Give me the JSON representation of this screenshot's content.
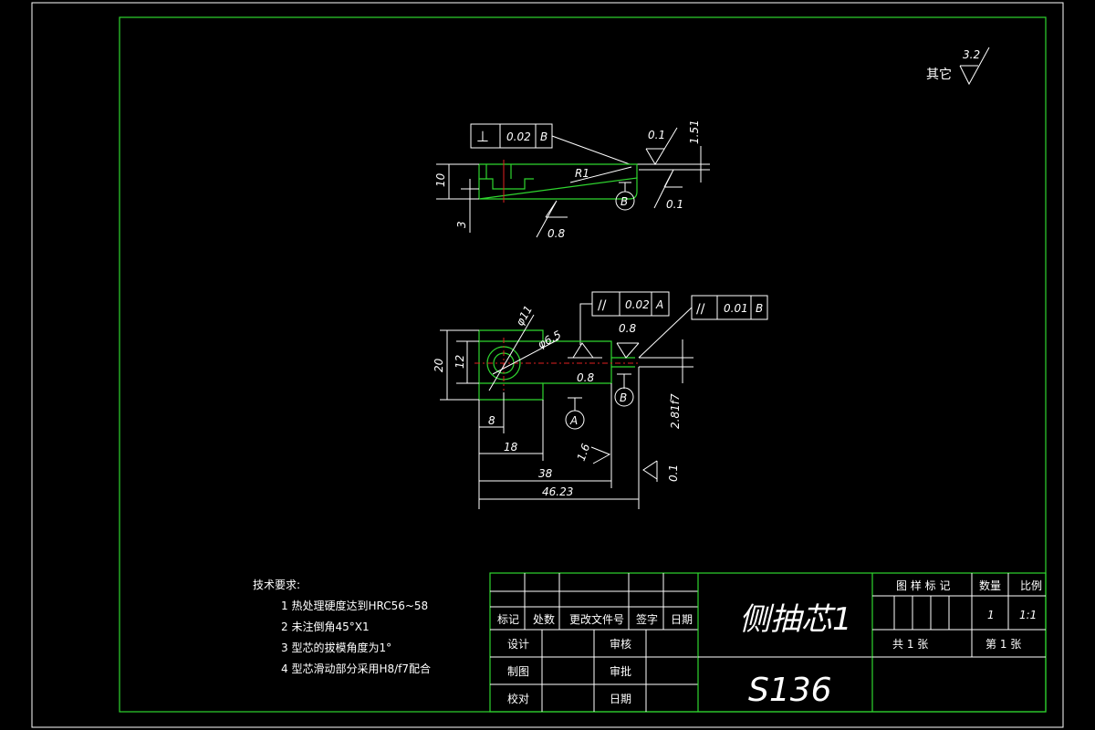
{
  "surface_note": {
    "label": "其它",
    "value": "3.2"
  },
  "top_view": {
    "perpendicularity_fcf": {
      "symbol": "⊥",
      "tolerance": "0.02",
      "datum": "B"
    },
    "radius": "R1",
    "dim_height": "10",
    "dim_step": "3",
    "dim_thin": "1.51",
    "roughness_top": "0.1",
    "roughness_side": "0.1",
    "roughness_bottom": "0.8",
    "datum_b": "B"
  },
  "front_view": {
    "parallelism_fcf_a": {
      "symbol": "//",
      "tolerance": "0.02",
      "datum": "A"
    },
    "parallelism_fcf_b": {
      "symbol": "//",
      "tolerance": "0.01",
      "datum": "B"
    },
    "dia_11": "φ11",
    "dia_65": "φ6.5",
    "dim_20": "20",
    "dim_12": "12",
    "dim_8": "8",
    "dim_18": "18",
    "dim_38": "38",
    "dim_4623": "46.23",
    "dim_fit": "2.81f7",
    "roughness_08_a": "0.8",
    "roughness_08_b": "0.8",
    "roughness_16": "1.6",
    "roughness_01": "0.1",
    "datum_a": "A",
    "datum_b": "B"
  },
  "tech_requirements": {
    "title": "技术要求:",
    "items": [
      "1  热处理硬度达到HRC56~58",
      "2  未注倒角45°X1",
      "3  型芯的拔模角度为1°",
      "4  型芯滑动部分采用H8/f7配合"
    ]
  },
  "title_block": {
    "headers": [
      "标记",
      "处数",
      "更改文件号",
      "签字",
      "日期"
    ],
    "row_labels": [
      "设计",
      "制图",
      "校对"
    ],
    "row_labels_mid": [
      "审核",
      "审批",
      "日期"
    ],
    "part_name": "侧抽芯1",
    "drawing_code": "S136",
    "sample_mark": "图 样 标 记",
    "qty_label": "数量",
    "scale_label": "比例",
    "qty_value": "1",
    "scale_value": "1:1",
    "sheets_total": "共   1   张",
    "sheet_no": "第  1  张"
  }
}
